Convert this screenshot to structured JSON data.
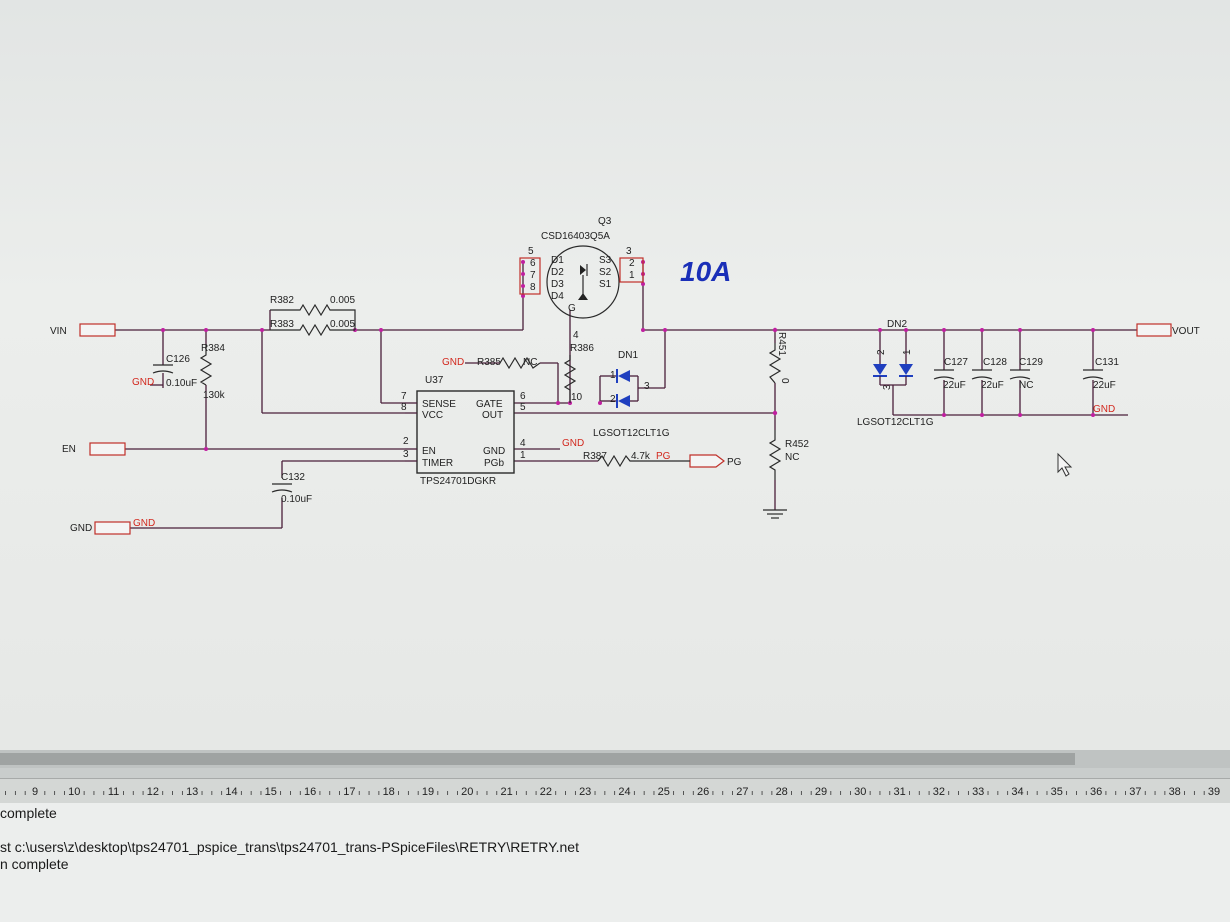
{
  "schematic": {
    "highlight_label": "10A",
    "ports": {
      "vin": "VIN",
      "en": "EN",
      "gnd": "GND",
      "vout": "VOUT",
      "pg": "PG"
    },
    "net_labels": {
      "gnd": "GND",
      "pg": "PG"
    },
    "resistors": [
      {
        "ref": "R382",
        "value": "0.005"
      },
      {
        "ref": "R383",
        "value": "0.005"
      },
      {
        "ref": "R384",
        "value": "130k"
      },
      {
        "ref": "R385",
        "value": "NC"
      },
      {
        "ref": "R386",
        "value": "10"
      },
      {
        "ref": "R387",
        "value": "4.7k"
      },
      {
        "ref": "R451",
        "value": "0"
      },
      {
        "ref": "R452",
        "value": "NC"
      }
    ],
    "capacitors": [
      {
        "ref": "C126",
        "value": "0.10uF"
      },
      {
        "ref": "C132",
        "value": "0.10uF"
      },
      {
        "ref": "C127",
        "value": "22uF"
      },
      {
        "ref": "C128",
        "value": "22uF"
      },
      {
        "ref": "C129",
        "value": "NC"
      },
      {
        "ref": "C131",
        "value": "22uF"
      }
    ],
    "ic": {
      "ref": "U37",
      "part": "TPS24701DGKR",
      "left_pins": [
        {
          "num": "7",
          "name": "SENSE"
        },
        {
          "num": "8",
          "name": "VCC"
        },
        {
          "num": "2",
          "name": "EN"
        },
        {
          "num": "3",
          "name": "TIMER"
        }
      ],
      "right_pins": [
        {
          "num": "6",
          "name": "GATE"
        },
        {
          "num": "5",
          "name": "OUT"
        },
        {
          "num": "4",
          "name": "GND"
        },
        {
          "num": "1",
          "name": "PGb"
        }
      ]
    },
    "mosfet": {
      "ref": "Q3",
      "part": "CSD16403Q5A",
      "drain_pins": [
        "5",
        "6",
        "7",
        "8"
      ],
      "drain_names": [
        "D1",
        "D2",
        "D3",
        "D4"
      ],
      "source_pins": [
        "3",
        "2",
        "1"
      ],
      "source_names": [
        "S3",
        "S2",
        "S1"
      ],
      "gate_pin": "4",
      "gate_name": "G"
    },
    "tvs": [
      {
        "ref": "DN1",
        "part": "LGSOT12CLT1G",
        "pins": [
          "1",
          "2",
          "3"
        ]
      },
      {
        "ref": "DN2",
        "part": "LGSOT12CLT1G",
        "pins": [
          "2",
          "1",
          "3"
        ]
      }
    ]
  },
  "ruler": {
    "ticks": [
      "9",
      "10",
      "11",
      "12",
      "13",
      "14",
      "15",
      "16",
      "17",
      "18",
      "19",
      "20",
      "21",
      "22",
      "23",
      "24",
      "25",
      "26",
      "27",
      "28",
      "29",
      "30",
      "31",
      "32",
      "33",
      "34",
      "35",
      "36",
      "37",
      "38",
      "39"
    ]
  },
  "output": {
    "lines": [
      "complete",
      "st c:\\users\\z\\desktop\\tps24701_pspice_trans\\tps24701_trans-PSpiceFiles\\RETRY\\RETRY.net",
      "n complete"
    ]
  },
  "colors": {
    "wire": "#4a1f3a",
    "label_red": "#d2281e",
    "highlight": "#1a2fb8",
    "junction": "#c020a0"
  }
}
